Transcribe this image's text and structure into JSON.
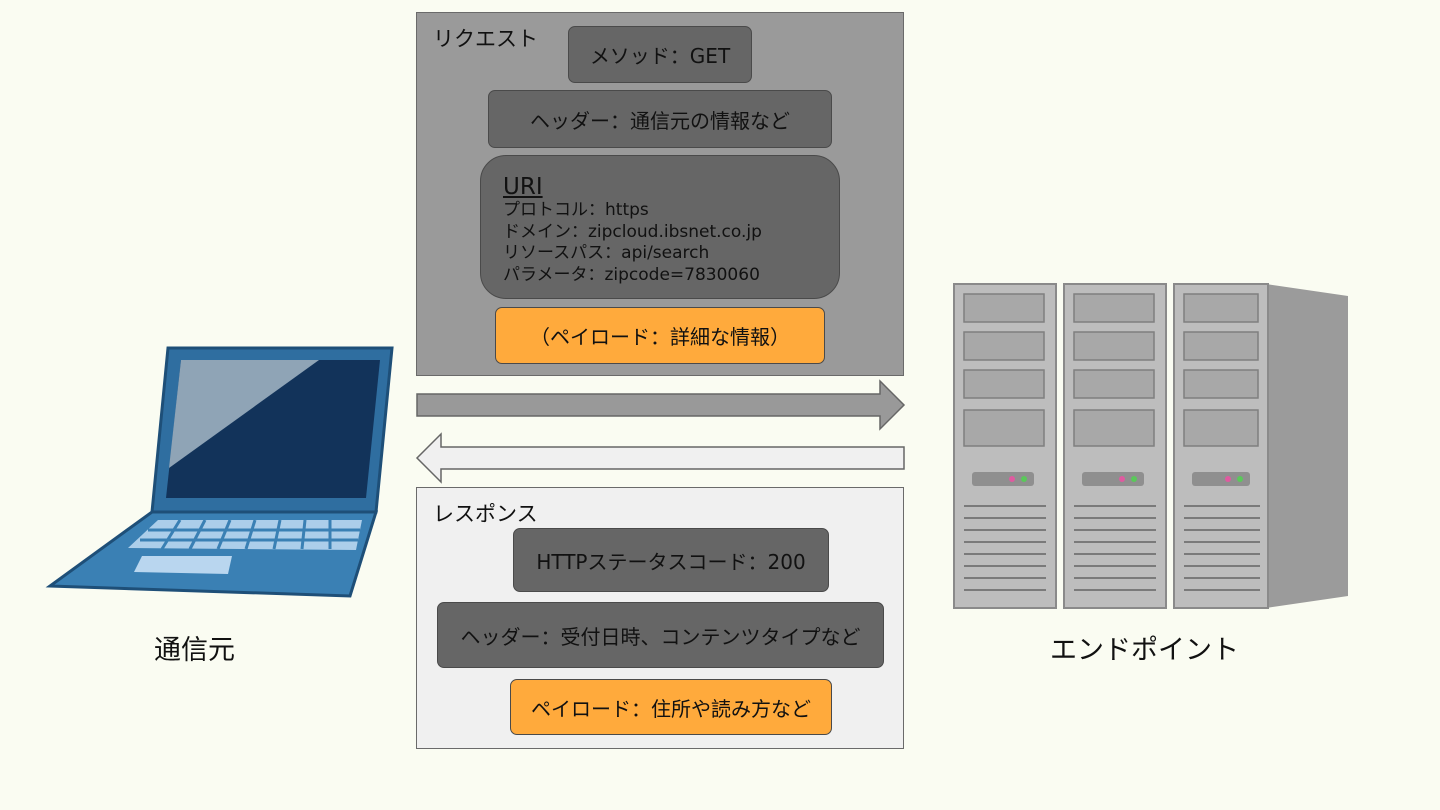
{
  "request": {
    "title": "リクエスト",
    "method": "メソッド：GET",
    "header": "ヘッダー：通信元の情報など",
    "uri": {
      "title": "URI",
      "lines": [
        "プロトコル：https",
        "ドメイン：zipcloud.ibsnet.co.jp",
        "リソースパス：api/search",
        "パラメータ：zipcode=7830060"
      ]
    },
    "payload": "（ペイロード：詳細な情報）"
  },
  "response": {
    "title": "レスポンス",
    "status": "HTTPステータスコード：200",
    "header": "ヘッダー：受付日時、コンテンツタイプなど",
    "payload": "ペイロード：住所や読み方など"
  },
  "client": {
    "label": "通信元",
    "icon": "laptop-icon"
  },
  "server": {
    "label": "エンドポイント",
    "icon": "server-rack-icon"
  },
  "colors": {
    "request_panel": "#9a9a9a",
    "response_panel": "#f0f0f0",
    "item_box": "#666666",
    "payload_box": "#ffaa3c",
    "background": "#fafcf2"
  }
}
